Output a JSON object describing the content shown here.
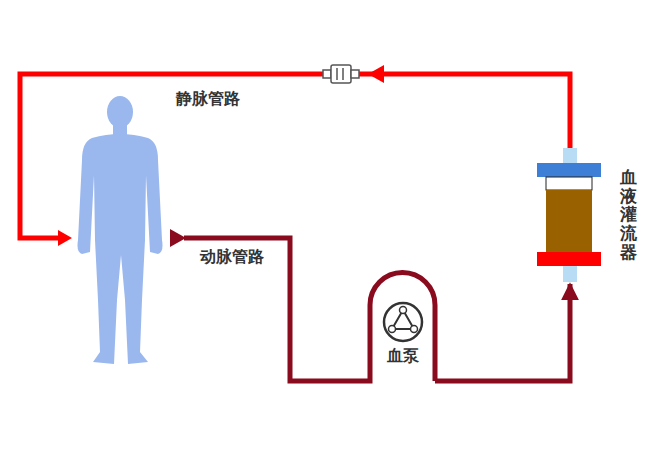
{
  "diagram": {
    "nodes": [
      {
        "text": [
          "血泵"
        ]
      },
      {
        "text": [
          "血液灌流器"
        ]
      }
    ],
    "edges": [
      {
        "from": 0,
        "to": 1,
        "arrow": "to"
      }
    ],
    "labels": [
      "静脉管路",
      "动脉管路"
    ]
  }
}
